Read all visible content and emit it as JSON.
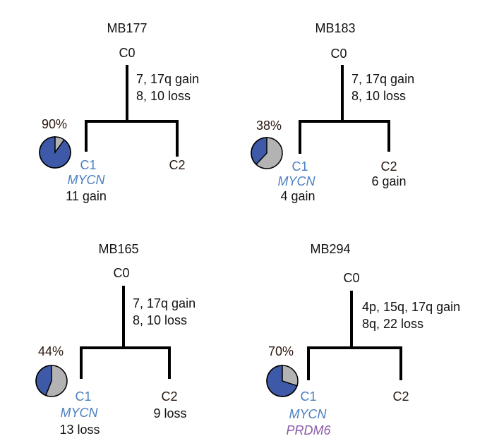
{
  "colors": {
    "clone_fraction": "#3d59a8",
    "rest": "#b3b3b3",
    "c1_label": "#4a7fc0",
    "prdm6": "#8a5aa6"
  },
  "panels": [
    {
      "title": "MB177",
      "root": "C0",
      "trunk_events": [
        "7, 17q gain",
        "8, 10 loss"
      ],
      "percent_label": "90%",
      "percent": 90,
      "c1": "C1",
      "c1_genes": [
        "MYCN"
      ],
      "c1_events": [
        "11 gain"
      ],
      "c2": "C2",
      "c2_events": []
    },
    {
      "title": "MB183",
      "root": "C0",
      "trunk_events": [
        "7, 17q gain",
        "8, 10 loss"
      ],
      "percent_label": "38%",
      "percent": 38,
      "c1": "C1",
      "c1_genes": [
        "MYCN"
      ],
      "c1_events": [
        "4 gain"
      ],
      "c2": "C2",
      "c2_events": [
        "6 gain"
      ]
    },
    {
      "title": "MB165",
      "root": "C0",
      "trunk_events": [
        "7, 17q gain",
        "8, 10 loss"
      ],
      "percent_label": "44%",
      "percent": 44,
      "c1": "C1",
      "c1_genes": [
        "MYCN"
      ],
      "c1_events": [
        "13 loss"
      ],
      "c2": "C2",
      "c2_events": [
        "9 loss"
      ]
    },
    {
      "title": "MB294",
      "root": "C0",
      "trunk_events": [
        "4p, 15q, 17q gain",
        "8q, 22 loss"
      ],
      "percent_label": "70%",
      "percent": 70,
      "c1": "C1",
      "c1_genes": [
        "MYCN",
        "PRDM6"
      ],
      "c1_events": [],
      "c2": "C2",
      "c2_events": []
    }
  ]
}
